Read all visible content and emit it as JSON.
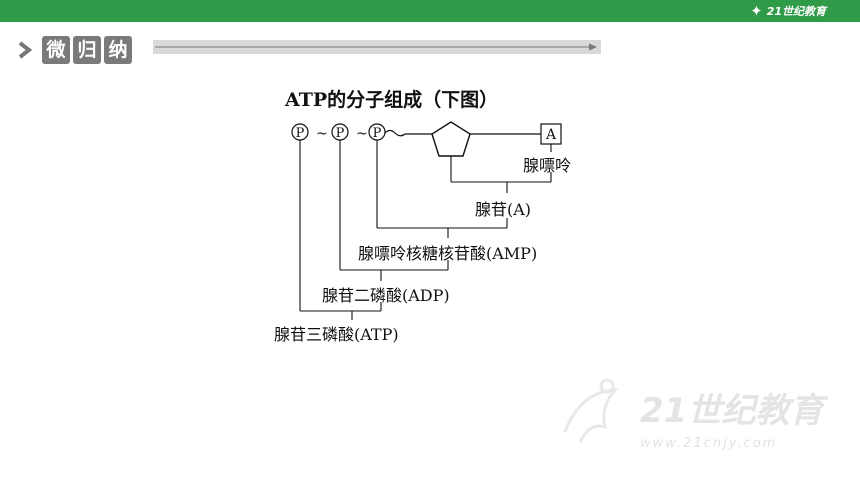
{
  "header": {
    "logo_text": "21世纪教育"
  },
  "section": {
    "title_chars": [
      "微",
      "归",
      "纳"
    ]
  },
  "diagram": {
    "title": "ATP的分子组成（下图）",
    "phosphate_symbol": "P",
    "bond_symbol": "~",
    "base_symbol": "A",
    "labels": {
      "adenine": "腺嘌呤",
      "adenosine": "腺苷(A)",
      "amp": "腺嘌呤核糖核苷酸(AMP)",
      "adp": "腺苷二磷酸(ADP)",
      "atp": "腺苷三磷酸(ATP)"
    }
  },
  "watermark": {
    "logo_text": "21世纪教育",
    "url_text": "www.21cnjy.com"
  }
}
